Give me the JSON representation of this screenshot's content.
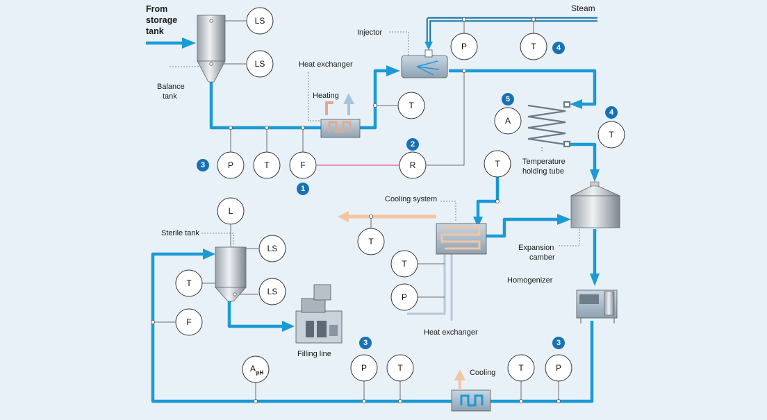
{
  "labels": {
    "from_storage_tank": [
      "From",
      "storage",
      "tank"
    ],
    "balance_tank": [
      "Balance",
      "tank"
    ],
    "heat_exchanger_top": "Heat exchanger",
    "heating": "Heating",
    "injector": "Injector",
    "steam": "Steam",
    "temperature_holding_tube": [
      "Temperature",
      "holding tube"
    ],
    "cooling_system": "Cooling system",
    "expansion_camber": [
      "Expansion",
      "camber"
    ],
    "homogenizer": "Homogenizer",
    "sterile_tank": "Sterile tank",
    "filling_line": "Filling line",
    "heat_exchanger_bottom": "Heat exchanger",
    "cooling": "Cooling"
  },
  "instruments": [
    {
      "id": "ls1",
      "text": "LS"
    },
    {
      "id": "ls2",
      "text": "LS"
    },
    {
      "id": "p-steam",
      "text": "P"
    },
    {
      "id": "t-steam",
      "text": "T"
    },
    {
      "id": "t-hx",
      "text": "T"
    },
    {
      "id": "p-inlet",
      "text": "P"
    },
    {
      "id": "t-inlet",
      "text": "T"
    },
    {
      "id": "f-inlet",
      "text": "F"
    },
    {
      "id": "r",
      "text": "R"
    },
    {
      "id": "a-tube",
      "text": "A"
    },
    {
      "id": "t-tube",
      "text": "T"
    },
    {
      "id": "t-cool-top",
      "text": "T"
    },
    {
      "id": "t-cool-out",
      "text": "T"
    },
    {
      "id": "t-cool-low",
      "text": "T"
    },
    {
      "id": "p-cool-low",
      "text": "P"
    },
    {
      "id": "l-sterile",
      "text": "L"
    },
    {
      "id": "ls3",
      "text": "LS"
    },
    {
      "id": "ls4",
      "text": "LS"
    },
    {
      "id": "t-sterile",
      "text": "T"
    },
    {
      "id": "f-sterile",
      "text": "F"
    },
    {
      "id": "aph",
      "text": "A",
      "sub": "pH"
    },
    {
      "id": "p-bottom",
      "text": "P"
    },
    {
      "id": "t-bottom",
      "text": "T"
    },
    {
      "id": "t-homog",
      "text": "T"
    },
    {
      "id": "p-homog",
      "text": "P"
    }
  ],
  "badges": [
    {
      "id": "b1",
      "text": "1"
    },
    {
      "id": "b2",
      "text": "2"
    },
    {
      "id": "b3a",
      "text": "3"
    },
    {
      "id": "b4a",
      "text": "4"
    },
    {
      "id": "b4b",
      "text": "4"
    },
    {
      "id": "b5",
      "text": "5"
    },
    {
      "id": "b3b",
      "text": "3"
    },
    {
      "id": "b3c",
      "text": "3"
    }
  ],
  "colors": {
    "pipe": "#1b9ad6",
    "badge": "#1772b5",
    "hot_pipe": "#f3c4a0",
    "signal_line": "#e0559a",
    "background": "#e8f1f8"
  }
}
